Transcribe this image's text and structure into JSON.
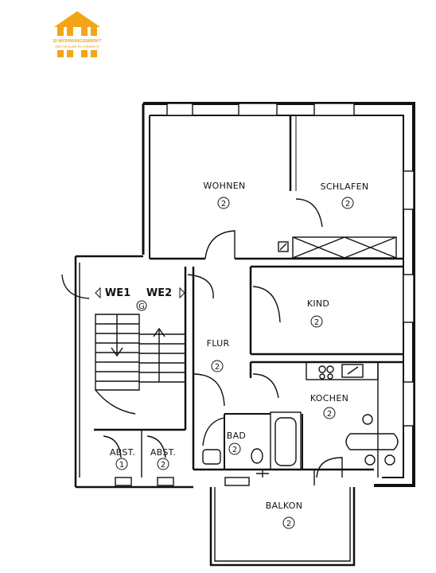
{
  "logo": {
    "name": "SI-WOHNUNGSMARKT",
    "tagline": "DER MAKLER IN CHEMNITZ",
    "color": "#f2a516"
  },
  "rooms": {
    "wohnen": {
      "label": "WOHNEN",
      "number": "2"
    },
    "schlafen": {
      "label": "SCHLAFEN",
      "number": "2"
    },
    "kind": {
      "label": "KIND",
      "number": "2"
    },
    "flur": {
      "label": "FLUR",
      "number": "2"
    },
    "kochen": {
      "label": "KOCHEN",
      "number": "2"
    },
    "bad": {
      "label": "BAD",
      "number": "2"
    },
    "balkon": {
      "label": "BALKON",
      "number": "2"
    },
    "abst1": {
      "label": "ABST.",
      "number": "1"
    },
    "abst2": {
      "label": "ABST.",
      "number": "2"
    }
  },
  "stair": {
    "we1": "WE1",
    "we2": "WE2",
    "marker": "G"
  },
  "colors": {
    "line": "#111111",
    "background": "#ffffff"
  }
}
